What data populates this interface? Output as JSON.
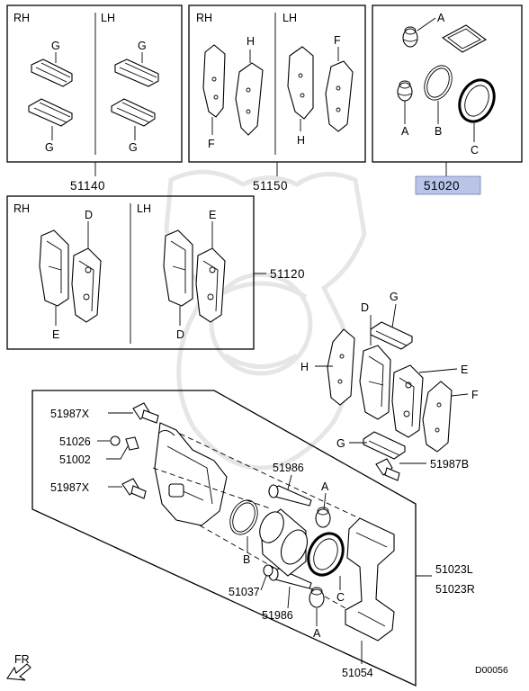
{
  "boxes": {
    "box1": {
      "left_side": "RH",
      "right_side": "LH",
      "part_number": "51140",
      "labels": [
        "G",
        "G",
        "G",
        "G"
      ]
    },
    "box2": {
      "left_side": "RH",
      "right_side": "LH",
      "part_number": "51150",
      "labels": [
        "H",
        "F",
        "H",
        "F"
      ]
    },
    "box3": {
      "part_number": "51020",
      "highlight_color": "#b8c4e8",
      "labels": [
        "A",
        "A",
        "B",
        "C"
      ]
    },
    "box4": {
      "left_side": "RH",
      "right_side": "LH",
      "part_number": "51120",
      "labels": [
        "D",
        "E",
        "E",
        "D"
      ]
    }
  },
  "exploded": {
    "labels": {
      "d": "D",
      "g_top": "G",
      "h": "H",
      "e": "E",
      "f": "F",
      "g_bottom": "G",
      "a_upper": "A",
      "b": "B",
      "c": "C",
      "a_lower": "A"
    },
    "part_numbers": {
      "bolt_upper": "51987X",
      "cap": "51026",
      "bleeder": "51002",
      "bolt_lower": "51987X",
      "guide_pin_upper": "51986",
      "bolt_right": "51987B",
      "caliper_assy_l": "51023L",
      "caliper_assy_r": "51023R",
      "bushing": "51037",
      "guide_pin_lower": "51986",
      "support": "51054"
    }
  },
  "direction_label": "FR",
  "diagram_code": "D00056"
}
